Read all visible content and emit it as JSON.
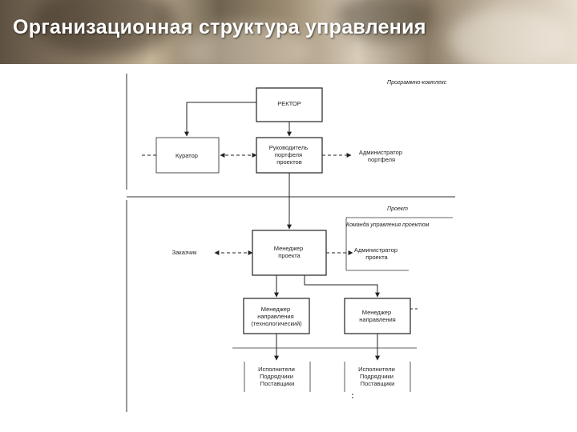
{
  "page": {
    "title": "Организационная структура управления"
  },
  "zones": {
    "program_label": "Программно-комплекс",
    "project_label": "Проект",
    "team_label": "Команда управления проектом"
  },
  "boxes": {
    "rector": [
      "РЕКТОР"
    ],
    "portfolio_head": [
      "Руководитель",
      "портфеля",
      "проектов"
    ],
    "project_manager": [
      "Менеджер",
      "проекта"
    ],
    "direction_manager_tech": [
      "Менеджер",
      "направления",
      "(технологический)"
    ],
    "direction_manager": [
      "Менеджер",
      "направления"
    ],
    "executors_left": [
      "Исполнители",
      "Подрядчики",
      "Поставщики"
    ],
    "executors_right": [
      "Исполнители",
      "Подрядчики",
      "Поставщики"
    ]
  },
  "labels": {
    "curator": [
      "Куратор"
    ],
    "portfolio_admin": [
      "Администратор",
      "портфеля"
    ],
    "customer": [
      "Заказчик"
    ],
    "project_admin": [
      "Администратор",
      "проекта"
    ]
  }
}
